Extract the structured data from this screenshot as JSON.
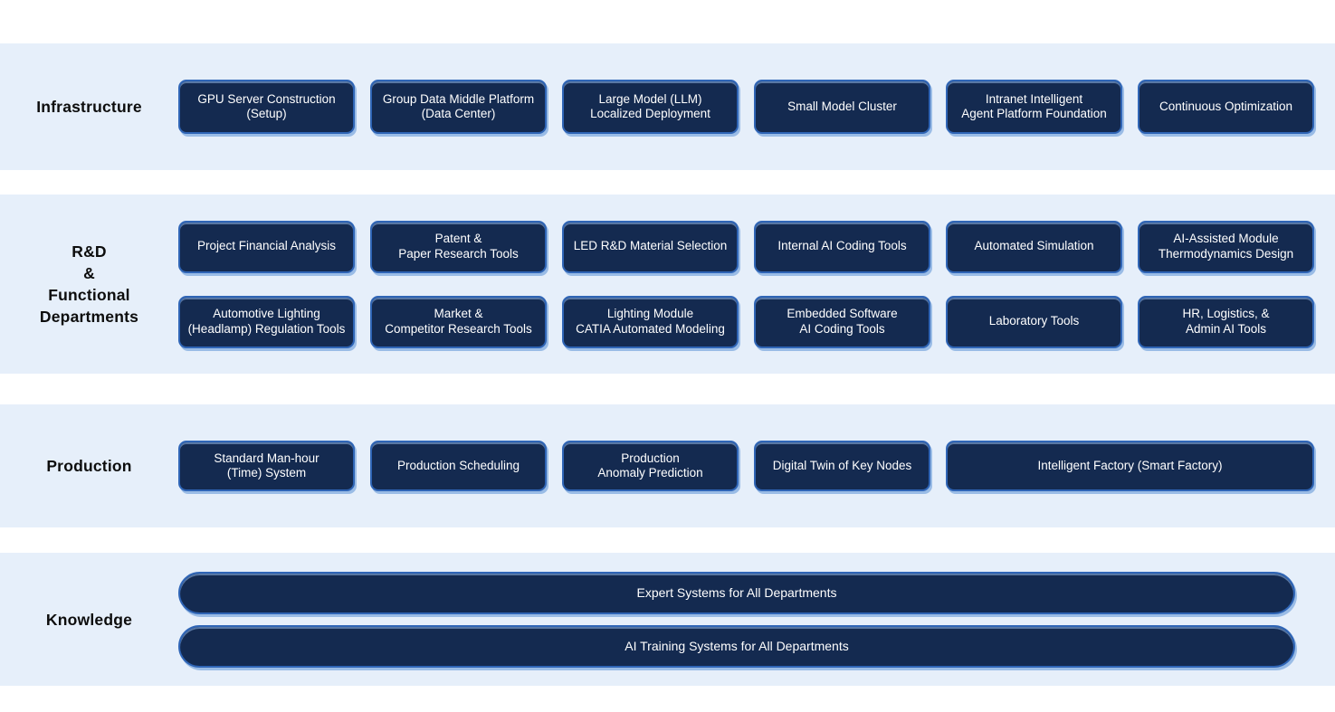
{
  "diagram": {
    "colors": {
      "band_background": "#e6effa",
      "card_background": "#142a50",
      "card_border": "#2f65b6",
      "card_rim": "#9abce6",
      "card_text": "#ffffff",
      "label_text": "#0d0d0d"
    },
    "bands": [
      {
        "label": "Infrastructure",
        "rows": [
          {
            "cards": [
              {
                "label": "GPU Server Construction\n(Setup)"
              },
              {
                "label": "Group Data Middle Platform\n(Data Center)"
              },
              {
                "label": "Large Model (LLM)\nLocalized Deployment"
              },
              {
                "label": "Small Model Cluster"
              },
              {
                "label": "Intranet Intelligent\nAgent Platform Foundation"
              },
              {
                "label": "Continuous Optimization"
              }
            ]
          }
        ]
      },
      {
        "label": "R&D\n&\nFunctional\nDepartments",
        "rows": [
          {
            "cards": [
              {
                "label": "Project Financial Analysis"
              },
              {
                "label": "Patent &\nPaper Research Tools"
              },
              {
                "label": "LED R&D Material Selection"
              },
              {
                "label": "Internal AI Coding Tools"
              },
              {
                "label": "Automated Simulation"
              },
              {
                "label": "AI-Assisted Module\nThermodynamics Design"
              }
            ]
          },
          {
            "cards": [
              {
                "label": "Automotive Lighting\n(Headlamp) Regulation Tools"
              },
              {
                "label": "Market &\nCompetitor Research Tools"
              },
              {
                "label": "Lighting Module\nCATIA Automated Modeling"
              },
              {
                "label": "Embedded Software\nAI Coding Tools"
              },
              {
                "label": "Laboratory Tools"
              },
              {
                "label": "HR, Logistics, &\nAdmin AI Tools"
              }
            ]
          }
        ]
      },
      {
        "label": "Production",
        "rows": [
          {
            "cards": [
              {
                "label": "Standard Man-hour\n(Time) System"
              },
              {
                "label": "Production Scheduling"
              },
              {
                "label": "Production\nAnomaly Prediction"
              },
              {
                "label": "Digital Twin of Key Nodes"
              },
              {
                "label": "Intelligent Factory (Smart Factory)",
                "span": 2
              }
            ]
          }
        ]
      },
      {
        "label": "Knowledge",
        "rows": [
          {
            "cards": [
              {
                "label": "Expert Systems for All Departments"
              },
              {
                "label": "AI Training Systems for All Departments"
              }
            ]
          }
        ]
      }
    ]
  }
}
